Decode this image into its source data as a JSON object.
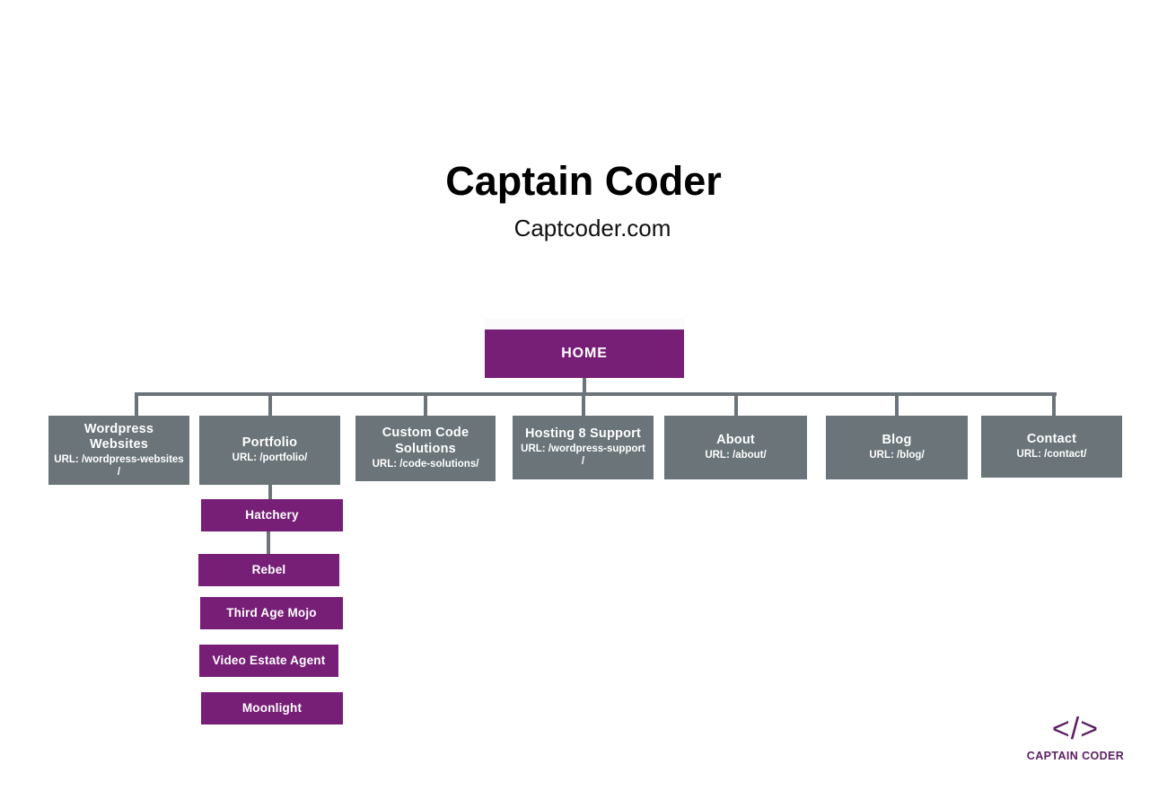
{
  "header": {
    "title": "Captain Coder",
    "subtitle": "Captcoder.com"
  },
  "logo": {
    "mark": "</>",
    "text": "CAPTAIN CODER"
  },
  "colors": {
    "purple": "#771f77",
    "gray": "#6b7479",
    "text_on_node": "#ffffff",
    "background": "#ffffff",
    "logo_purple": "#5b2063"
  },
  "diagram": {
    "type": "sitemap-tree",
    "root": {
      "label": "HOME",
      "url": "",
      "color": "purple"
    },
    "sections": [
      {
        "label": "Wordpress Websites",
        "url": "URL: /wordpress-websites /",
        "color": "gray"
      },
      {
        "label": "Portfolio",
        "url": "URL: /portfolio/",
        "color": "gray"
      },
      {
        "label": "Custom Code Solutions",
        "url": "URL: /code-solutions/",
        "color": "gray"
      },
      {
        "label": "Hosting 8 Support",
        "url": "URL: /wordpress-support  /",
        "color": "gray"
      },
      {
        "label": "About",
        "url": "URL: /about/",
        "color": "gray"
      },
      {
        "label": "Blog",
        "url": "URL: /blog/",
        "color": "gray"
      },
      {
        "label": "Contact",
        "url": "URL: /contact/",
        "color": "gray"
      }
    ],
    "portfolio_children": [
      {
        "label": "Hatchery",
        "color": "purple"
      },
      {
        "label": "Rebel",
        "color": "purple"
      },
      {
        "label": "Third Age Mojo",
        "color": "purple"
      },
      {
        "label": "Video Estate Agent",
        "color": "purple"
      },
      {
        "label": "Moonlight",
        "color": "purple"
      }
    ]
  }
}
